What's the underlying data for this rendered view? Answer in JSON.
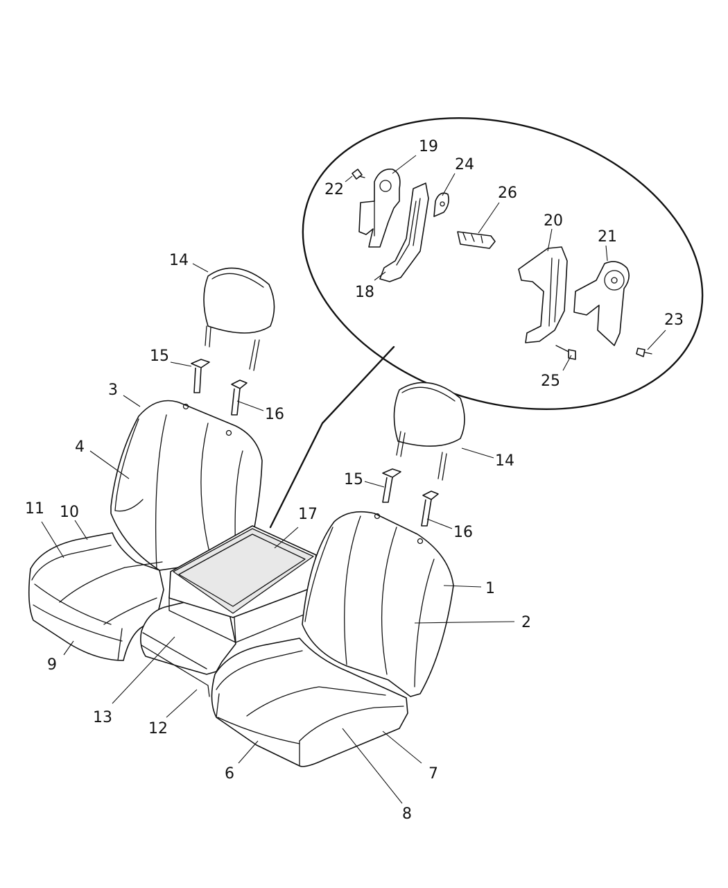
{
  "callouts": [
    "1",
    "2",
    "3",
    "4",
    "6",
    "7",
    "8",
    "9",
    "10",
    "11",
    "12",
    "13",
    "14",
    "15",
    "16",
    "17",
    "18",
    "19",
    "20",
    "21",
    "22",
    "23",
    "24",
    "25",
    "26"
  ]
}
